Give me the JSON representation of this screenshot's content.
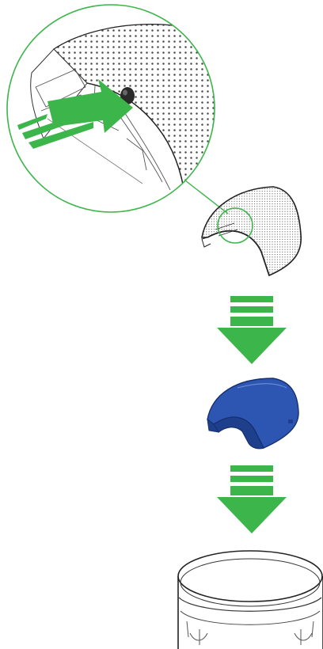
{
  "diagram": {
    "colors": {
      "arrow_green": "#3cb54a",
      "callout_line": "#3cb54a",
      "outline": "#222222",
      "grille_dot": "#4a4a4a",
      "filter_blue": "#2d56b3",
      "filter_blue_dark": "#1e3f8c",
      "background": "#ffffff"
    },
    "steps": [
      {
        "id": "step-1",
        "content": "magnified-detail",
        "icon": "insert-arrow-icon"
      },
      {
        "id": "step-2",
        "content": "grille-cover",
        "icon": "grille-cover-icon"
      },
      {
        "id": "step-3",
        "content": "blue-filter",
        "icon": "filter-icon"
      },
      {
        "id": "step-4",
        "content": "purifier-base",
        "icon": "purifier-base-icon"
      }
    ],
    "flow_arrows": [
      {
        "id": "arrow-1",
        "icon": "down-arrow-icon"
      },
      {
        "id": "arrow-2",
        "icon": "down-arrow-icon"
      }
    ]
  }
}
